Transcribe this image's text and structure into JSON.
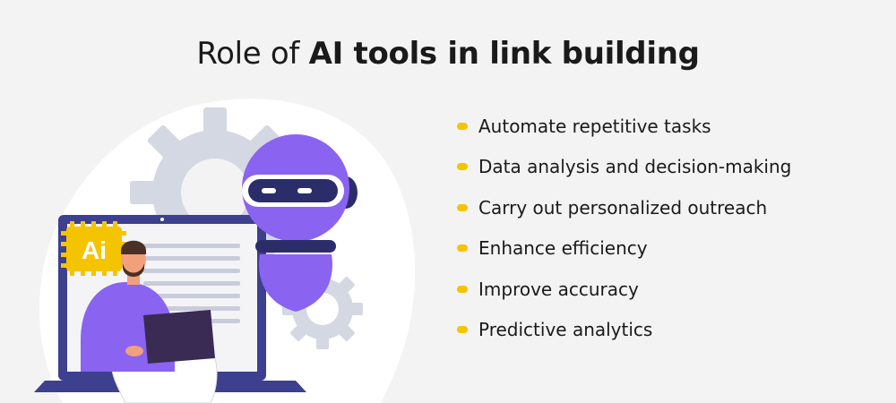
{
  "title": {
    "lead": "Role of ",
    "bold": "AI tools in link building"
  },
  "bullet_color": "#f5c400",
  "bullets": [
    {
      "label": "Automate repetitive tasks"
    },
    {
      "label": "Data analysis and decision-making"
    },
    {
      "label": "Carry out personalized outreach"
    },
    {
      "label": "Enhance efficiency"
    },
    {
      "label": "Improve accuracy"
    },
    {
      "label": "Predictive analytics"
    }
  ],
  "illustration": {
    "chip_text": "Ai",
    "colors": {
      "blob": "#ffffff",
      "gear": "#d4d8e2",
      "laptop_frame": "#3d3f8f",
      "screen": "#f4f4f7",
      "chip": "#f5c400",
      "robot": "#8a63f0",
      "robot_dark": "#2b2d6b",
      "person_shirt": "#8a63f0",
      "person_skin": "#f2a07b",
      "hair": "#4a3026",
      "laptop_small": "#3a2b55"
    }
  }
}
